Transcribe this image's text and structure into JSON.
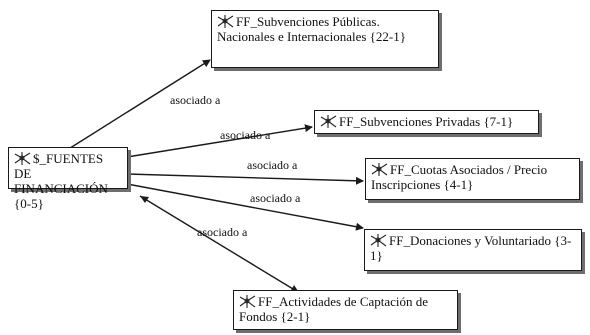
{
  "nodes": {
    "root": {
      "title": "$_FUENTES DE FINANCIACIÓN {0-5}",
      "icon": "network-node-icon"
    },
    "subvenciones_publicas": {
      "title": "FF_Subvenciones Públicas. Nacionales e Internacionales {22-1}",
      "icon": "network-node-icon"
    },
    "subvenciones_privadas": {
      "title": "FF_Subvenciones Privadas {7-1}",
      "icon": "network-node-icon"
    },
    "cuotas_asociados": {
      "title": "FF_Cuotas Asociados / Precio Inscripciones {4-1}",
      "icon": "network-node-icon"
    },
    "donaciones": {
      "title": "FF_Donaciones y Voluntariado {3-1}",
      "icon": "network-node-icon"
    },
    "captacion_fondos": {
      "title": "FF_Actividades de Captación de Fondos {2-1}",
      "icon": "network-node-icon"
    }
  },
  "edges": [
    {
      "from": "root",
      "to": "subvenciones_publicas",
      "label": "asociado a"
    },
    {
      "from": "root",
      "to": "subvenciones_privadas",
      "label": "asociado a"
    },
    {
      "from": "root",
      "to": "cuotas_asociados",
      "label": "asociado a"
    },
    {
      "from": "root",
      "to": "donaciones",
      "label": "asociado a"
    },
    {
      "from": "root",
      "to": "captacion_fondos",
      "label": "asociado a"
    }
  ],
  "colors": {
    "line": "#1a1a1a",
    "shadow": "#6e6e6e",
    "background": "#ffffff"
  }
}
